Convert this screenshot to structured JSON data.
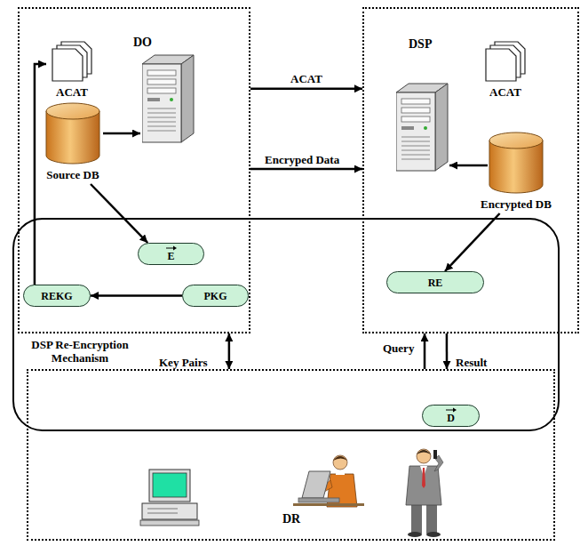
{
  "diagram": {
    "nodes": [
      {
        "text": [
          "DO"
        ]
      },
      {
        "text": [
          "ACAT"
        ],
        "in": 0
      },
      {
        "text": [
          "Source DB"
        ],
        "in": 0
      },
      {
        "text": [
          "E"
        ],
        "in": 0
      },
      {
        "text": [
          "REKG"
        ],
        "in": 0
      },
      {
        "text": [
          "PKG"
        ],
        "in": 0
      },
      {
        "text": [
          "DSP"
        ]
      },
      {
        "text": [
          "ACAT"
        ],
        "in": 6
      },
      {
        "text": [
          "Encrypted DB"
        ],
        "in": 6
      },
      {
        "text": [
          "RE"
        ],
        "in": 6
      },
      {
        "text": [
          "DR"
        ]
      },
      {
        "text": [
          "D"
        ],
        "in": 10
      },
      {
        "text": [
          "DSP Re-Encryption Mechanism"
        ]
      }
    ],
    "edges": [
      {
        "from": 0,
        "to": 6,
        "arrow": "to",
        "label": "ACAT"
      },
      {
        "from": 0,
        "to": 6,
        "arrow": "to",
        "label": "Encryped Data"
      },
      {
        "from": 2,
        "to": 3,
        "arrow": "to"
      },
      {
        "from": 8,
        "to": 9,
        "arrow": "to"
      },
      {
        "from": 5,
        "to": 4,
        "arrow": "to"
      },
      {
        "from": 4,
        "to": 1,
        "arrow": "to"
      },
      {
        "from": 0,
        "to": 10,
        "arrow": "both",
        "label": "Key Pairs"
      },
      {
        "from": 10,
        "to": 6,
        "arrow": "to",
        "label": "Query"
      },
      {
        "from": 6,
        "to": 10,
        "arrow": "to",
        "label": "Result"
      }
    ]
  }
}
